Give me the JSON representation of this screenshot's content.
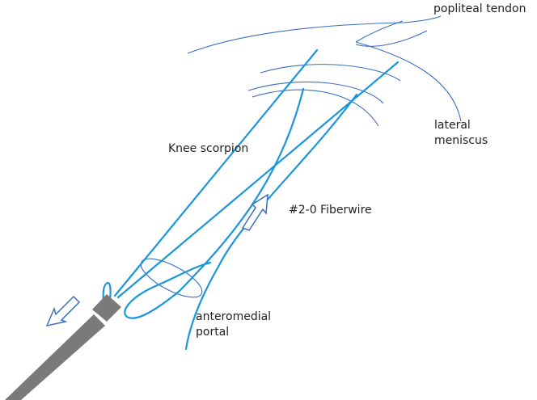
{
  "colors": {
    "anatomy": "#3a6fc4",
    "suture": "#1a96dc",
    "instrument": "#7a7a7a",
    "arrow": "#3c6fc0",
    "text": "#222222"
  },
  "labels": {
    "popliteal_tendon": "popliteal tendon",
    "lateral_meniscus_line1": "lateral",
    "lateral_meniscus_line2": "meniscus",
    "knee_scorpion": "Knee scorpion",
    "fiberwire": "#2-0 Fiberwire",
    "portal_line1": "anteromedial",
    "portal_line2": "portal"
  },
  "icons": {
    "pull_arrow": "hollow-arrow-down-left",
    "pass_arrow": "hollow-arrow-up-right"
  }
}
